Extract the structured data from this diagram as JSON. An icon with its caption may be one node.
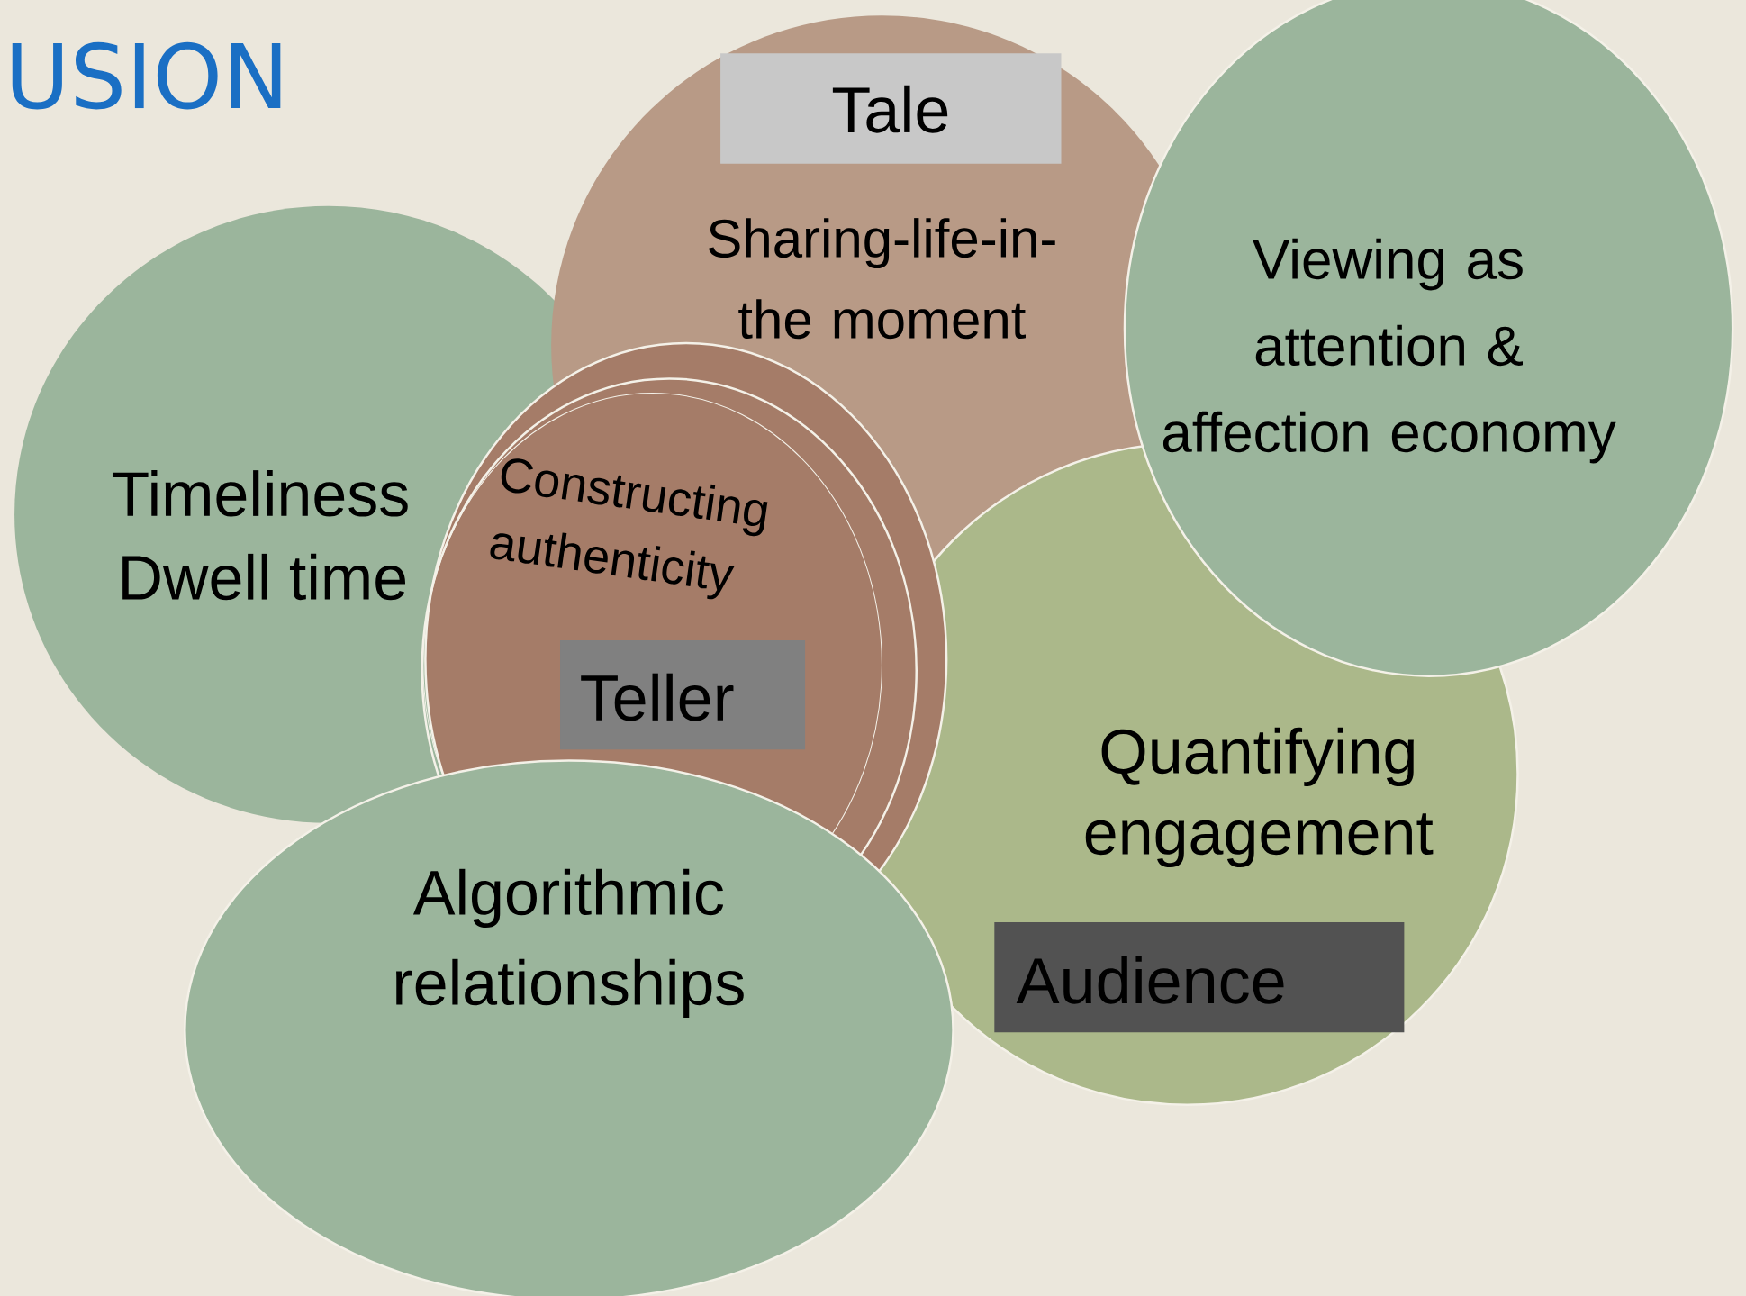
{
  "diagram": {
    "title": "USION",
    "nodes": [
      {
        "text": [
          "Tale"
        ],
        "in": 1
      },
      {
        "text": [
          "Sharing-life-in- the moment"
        ]
      },
      {
        "text": [
          "Viewing as attention & affection economy"
        ]
      },
      {
        "text": [
          "Timeliness",
          "Dwell time"
        ]
      },
      {
        "text": [
          "Constructing authenticity"
        ]
      },
      {
        "text": [
          "Teller"
        ],
        "in": 4
      },
      {
        "text": [
          "Quantifying engagement"
        ]
      },
      {
        "text": [
          "Audience"
        ],
        "in": 6
      },
      {
        "text": [
          "Algorithmic relationships"
        ]
      }
    ]
  }
}
